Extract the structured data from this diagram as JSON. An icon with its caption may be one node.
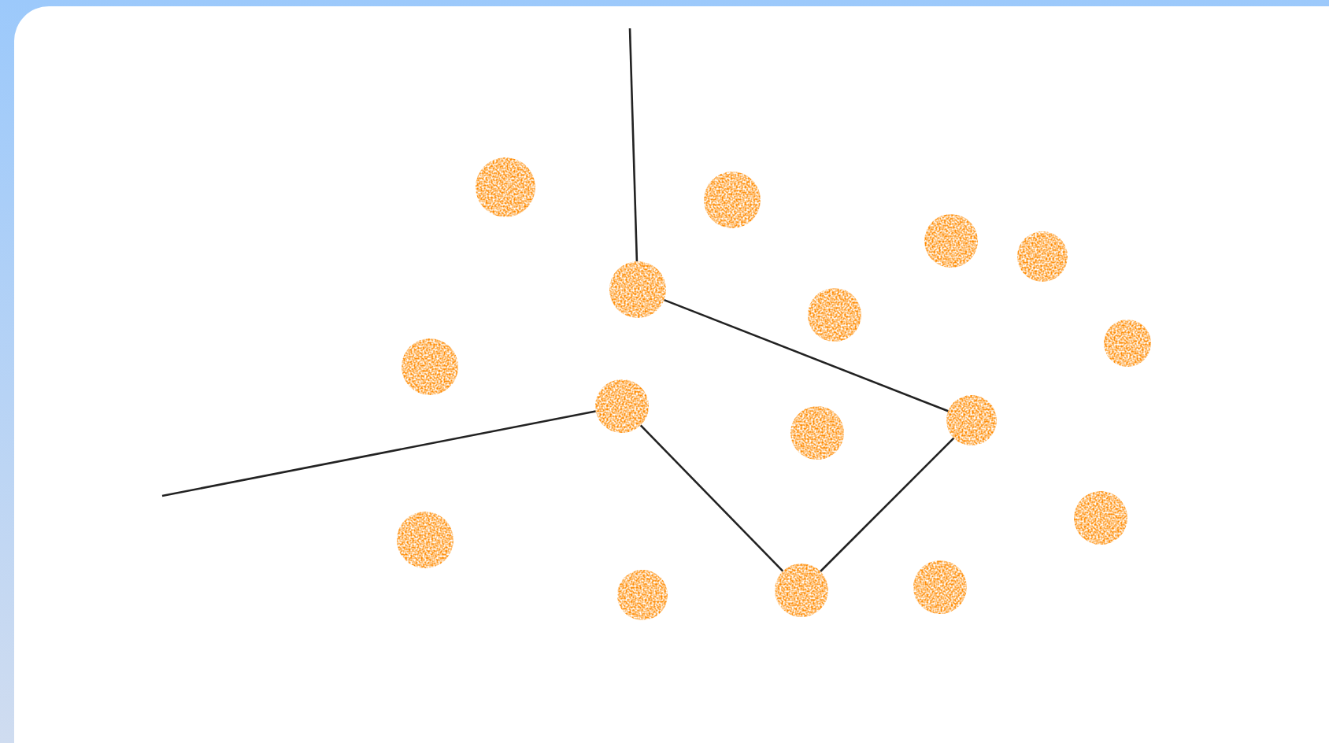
{
  "diagram": {
    "nodes": [
      {
        "text": [],
        "shape": "circle"
      },
      {
        "text": [],
        "shape": "circle"
      },
      {
        "text": [],
        "shape": "circle"
      },
      {
        "text": [],
        "shape": "circle"
      },
      {
        "text": [],
        "shape": "circle"
      },
      {
        "text": [],
        "shape": "circle"
      },
      {
        "text": [],
        "shape": "circle"
      },
      {
        "text": [],
        "shape": "circle"
      },
      {
        "text": [],
        "shape": "circle"
      },
      {
        "text": [],
        "shape": "circle"
      },
      {
        "text": [],
        "shape": "circle"
      },
      {
        "text": [],
        "shape": "circle"
      },
      {
        "text": [],
        "shape": "circle"
      },
      {
        "text": [],
        "shape": "circle"
      },
      {
        "text": [],
        "shape": "circle"
      },
      {
        "text": [],
        "shape": "circle"
      }
    ],
    "edges": [
      {
        "from": null,
        "to": 4,
        "arrow": "none"
      },
      {
        "from": 4,
        "to": 9,
        "arrow": "none"
      },
      {
        "from": 9,
        "to": 14,
        "arrow": "none"
      },
      {
        "from": 14,
        "to": 8,
        "arrow": "none"
      },
      {
        "from": 8,
        "to": null,
        "arrow": "none"
      }
    ]
  }
}
